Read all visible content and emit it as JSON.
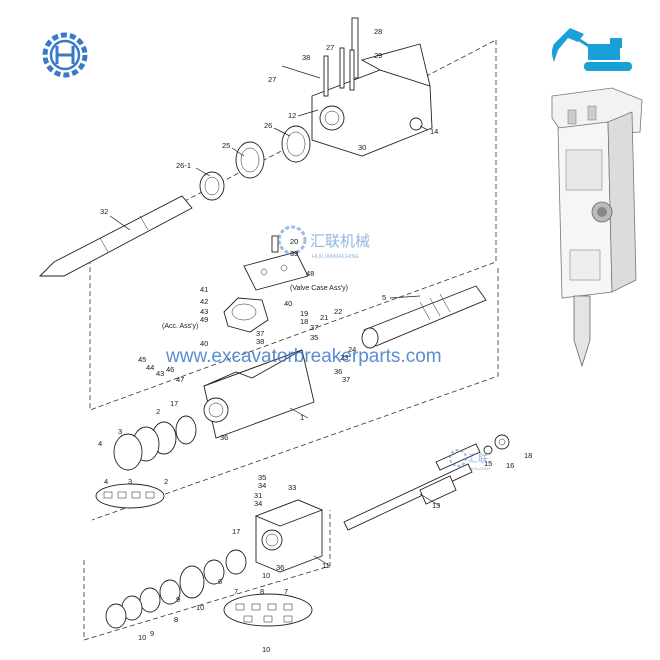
{
  "watermark": {
    "url": "www.excavatorbreakerparts.com",
    "brand_cn": "汇联机械",
    "brand_en": "HUILIANMACHINE",
    "brand_cn_short": "汇联",
    "brand_en_short": "HUILIANMA"
  },
  "notes": {
    "valve_case": "(Valve Case Ass'y)",
    "acc": "(Acc. Ass'y)"
  },
  "colors": {
    "brand_blue": "#3a79c9",
    "excavator_cyan": "#1aa0d8",
    "line": "#222222"
  },
  "labels": {
    "p28": "28",
    "p27a": "27",
    "p29": "29",
    "p38": "38",
    "p27b": "27",
    "p12": "12",
    "p14": "14",
    "p30": "30",
    "p26": "26",
    "p25": "25",
    "p26_1": "26-1",
    "p32": "32",
    "p20": "20",
    "p39": "39",
    "p48": "48",
    "p41": "41",
    "p42": "42",
    "p43": "43",
    "p40a": "40",
    "p49": "49",
    "p37a": "37",
    "p38b": "38",
    "p40b": "40",
    "p19": "19",
    "p18": "18",
    "p37b": "37",
    "p35a": "35",
    "p21": "21",
    "p22": "22",
    "p5": "5",
    "p36a": "36",
    "p37c": "37",
    "p45": "45",
    "p44": "44",
    "p43b": "43",
    "p46": "46",
    "p47": "47",
    "p24": "24",
    "p23": "23",
    "p17a": "17",
    "p1": "1",
    "p2a": "2",
    "p3a": "3",
    "p4a": "4",
    "p36b": "36",
    "p4b": "4",
    "p3b": "3",
    "p2b": "2",
    "p15": "15",
    "p16": "16",
    "p13": "13",
    "p35b": "35",
    "p34a": "34",
    "p33": "33",
    "p31": "31",
    "p34b": "34",
    "p17b": "17",
    "p11": "11",
    "p36c": "36",
    "p10a": "10",
    "p6": "6",
    "p10b": "10",
    "p9a": "9",
    "p8a": "8",
    "p10c": "10",
    "p9b": "9",
    "p7a": "7",
    "p8b": "8",
    "p7b": "7",
    "p10d": "10"
  }
}
